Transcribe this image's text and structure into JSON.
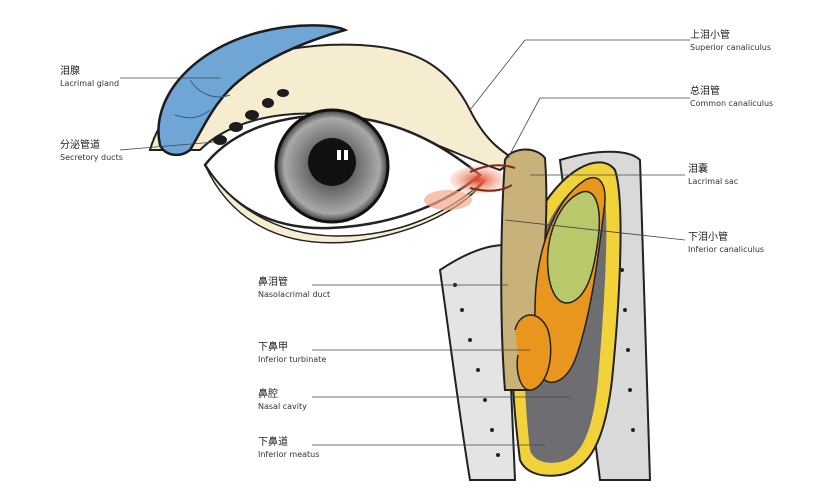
{
  "labels": {
    "lacrimal_gland": {
      "cn": "泪腺",
      "en": "Lacrimal gland"
    },
    "secretory_ducts": {
      "cn": "分泌管道",
      "en": "Secretory ducts"
    },
    "superior_canaliculus": {
      "cn": "上泪小管",
      "en": "Superior canaliculus"
    },
    "common_canaliculus": {
      "cn": "总泪管",
      "en": "Common canaliculus"
    },
    "lacrimal_sac": {
      "cn": "泪囊",
      "en": "Lacrimal sac"
    },
    "inferior_canaliculus": {
      "cn": "下泪小管",
      "en": "Inferior canaliculus"
    },
    "nasolacrimal_duct": {
      "cn": "鼻泪管",
      "en": "Nasolacrimal duct"
    },
    "inferior_turbinate": {
      "cn": "下鼻甲",
      "en": "Inferior turbinate"
    },
    "nasal_cavity": {
      "cn": "鼻腔",
      "en": "Nasal cavity"
    },
    "inferior_meatus": {
      "cn": "下鼻道",
      "en": "Inferior meatus"
    }
  },
  "colors": {
    "gland_blue": "#6fa6d6",
    "lid_cream": "#f6ecd0",
    "iris_gray": "#8a8a8a",
    "duct_tan": "#c9b27a",
    "punctum_red": "#e8674a",
    "turbinate_green": "#b8c86a",
    "sac_orange": "#e8961e",
    "mucosa_yellow": "#f2d23a",
    "cavity_gray": "#6d6d72"
  }
}
